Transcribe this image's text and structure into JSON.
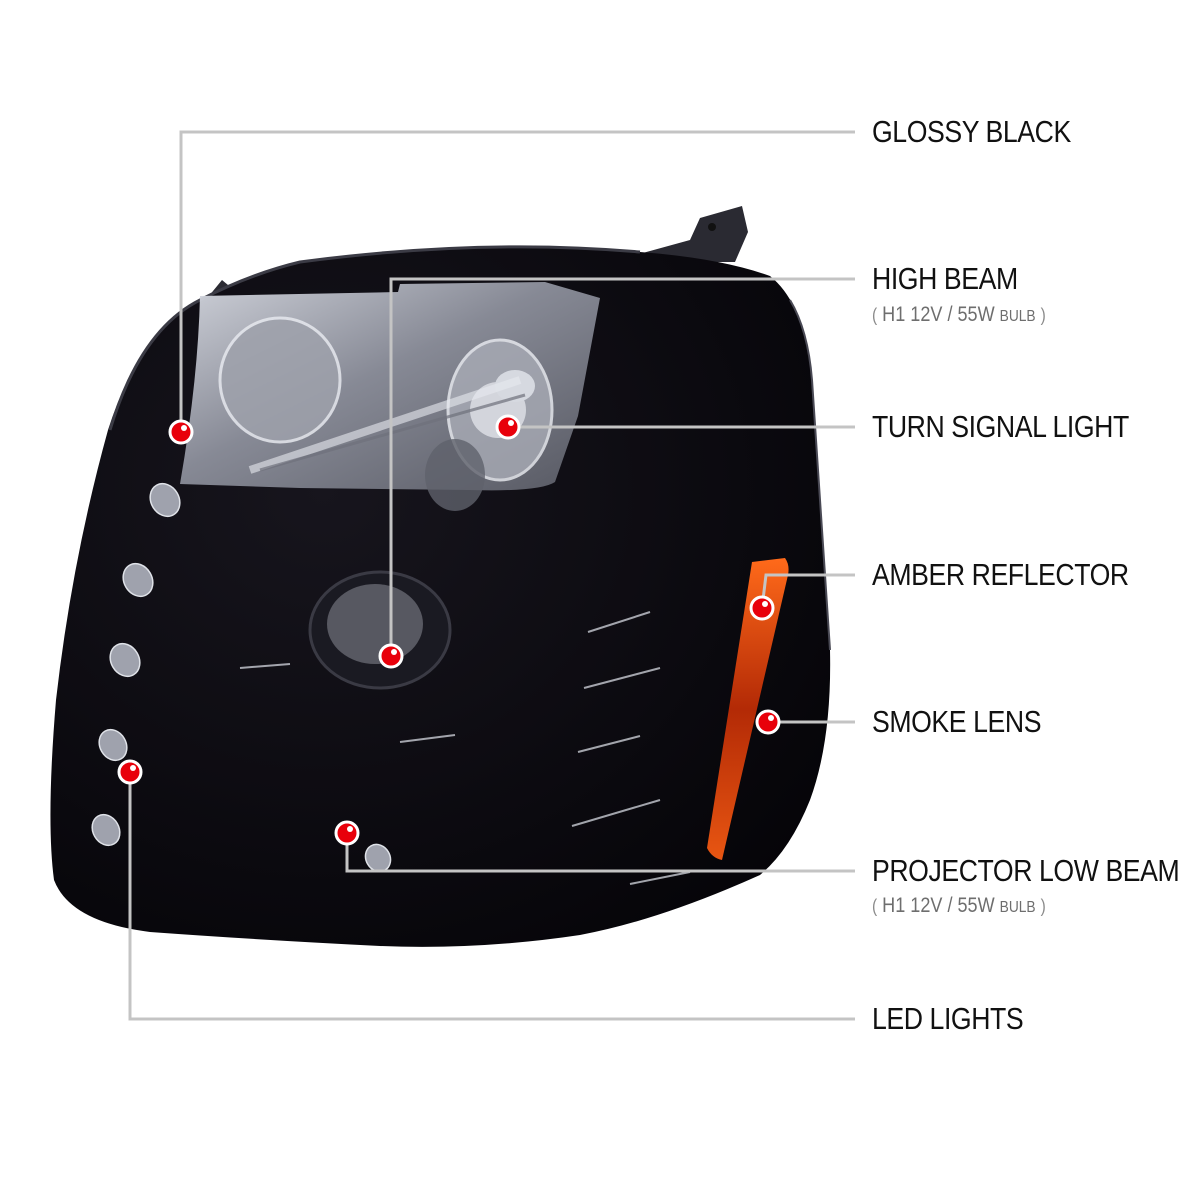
{
  "colors": {
    "background": "#ffffff",
    "leader_line": "#c4c4c4",
    "callout_dot": "#e8000b",
    "label_text": "#111111",
    "sublabel_text": "#6e6e6e",
    "housing": "#0b0a10",
    "amber": "#d2420c"
  },
  "callouts": [
    {
      "id": "glossy-black",
      "label": "GLOSSY BLACK",
      "sublabel": null,
      "dot": [
        181,
        432
      ]
    },
    {
      "id": "high-beam",
      "label": "HIGH BEAM",
      "sublabel": {
        "open": "(",
        "spec": "H1  12V / 55W",
        "unit": "BULB",
        "close": ")"
      },
      "dot": [
        391,
        656
      ]
    },
    {
      "id": "turn-signal-light",
      "label": "TURN SIGNAL LIGHT",
      "sublabel": null,
      "dot": [
        508,
        427
      ]
    },
    {
      "id": "amber-reflector",
      "label": "AMBER REFLECTOR",
      "sublabel": null,
      "dot": [
        762,
        608
      ]
    },
    {
      "id": "smoke-lens",
      "label": "SMOKE LENS",
      "sublabel": null,
      "dot": [
        768,
        722
      ]
    },
    {
      "id": "projector-low-beam",
      "label": "PROJECTOR LOW BEAM",
      "sublabel": {
        "open": "(",
        "spec": "H1  12V / 55W",
        "unit": "BULB",
        "close": ")"
      },
      "dot": [
        347,
        833
      ]
    },
    {
      "id": "led-lights",
      "label": "LED LIGHTS",
      "sublabel": null,
      "dot": [
        130,
        772
      ]
    }
  ]
}
